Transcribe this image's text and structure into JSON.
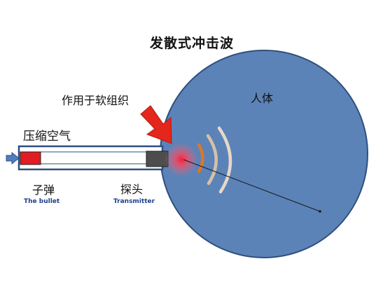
{
  "title": "发散式冲击波",
  "labels": {
    "soft_tissue": "作用于软组织",
    "compressed_air": "压缩空气",
    "bullet_cn": "子弹",
    "bullet_en": "The bullet",
    "probe_cn": "探头",
    "probe_en": "Transmitter",
    "human_body": "人体"
  },
  "colors": {
    "body_fill": "#5b83b8",
    "body_stroke": "#2f4f7d",
    "bullet": "#e21c23",
    "probe": "#4d4d4d",
    "barrel_stroke": "#2e4e80",
    "arrow": "#e4261c",
    "wave_orange": "#d9782a",
    "wave_tan": "#d7c0a8",
    "focus_red": "#ff3040"
  }
}
